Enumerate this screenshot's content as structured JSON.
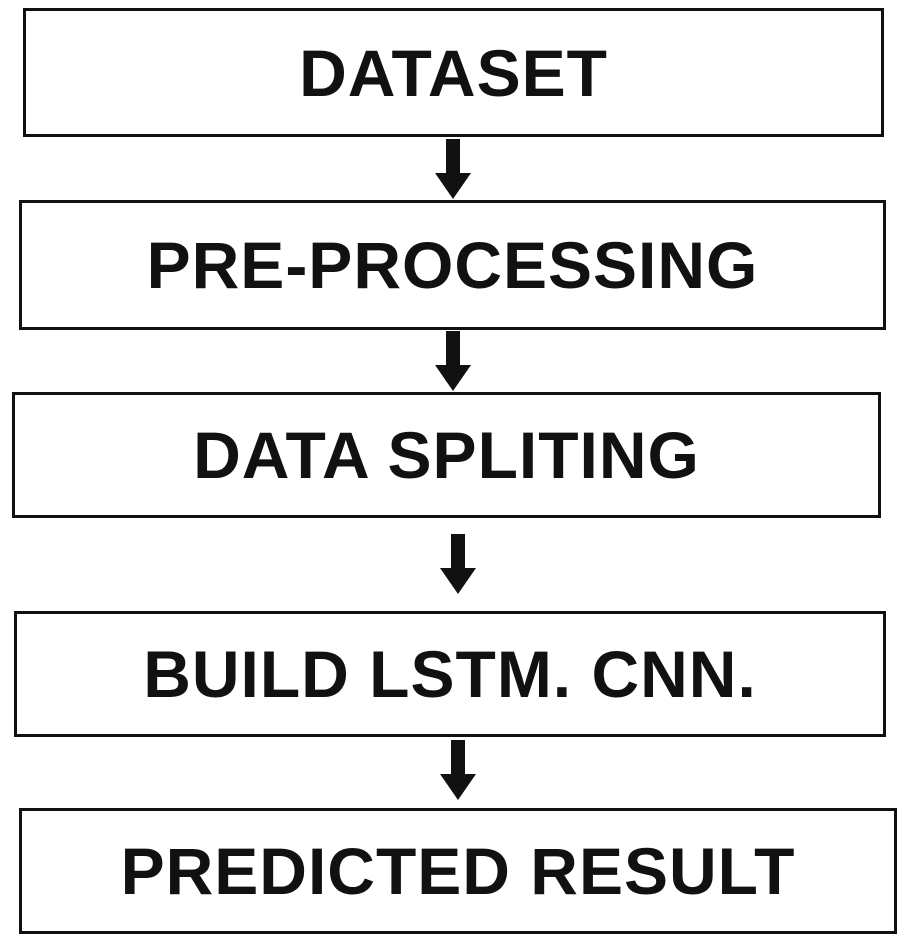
{
  "flowchart": {
    "steps": [
      {
        "label": "DATASET"
      },
      {
        "label": "PRE-PROCESSING"
      },
      {
        "label": "DATA SPLITING"
      },
      {
        "label": "BUILD LSTM. CNN."
      },
      {
        "label": "PREDICTED RESULT"
      }
    ],
    "arrow_icon": "down-arrow-icon",
    "colors": {
      "stroke": "#111111",
      "background": "#ffffff",
      "text": "#111111"
    }
  }
}
